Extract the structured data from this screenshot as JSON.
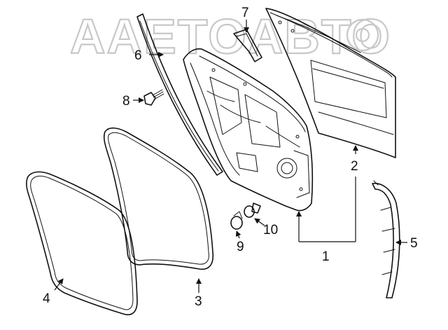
{
  "watermark": {
    "text": "AAETOABTO"
  },
  "callouts": [
    {
      "id": "1",
      "label": "1"
    },
    {
      "id": "2",
      "label": "2"
    },
    {
      "id": "3",
      "label": "3"
    },
    {
      "id": "4",
      "label": "4"
    },
    {
      "id": "5",
      "label": "5"
    },
    {
      "id": "6",
      "label": "6"
    },
    {
      "id": "7",
      "label": "7"
    },
    {
      "id": "8",
      "label": "8"
    },
    {
      "id": "9",
      "label": "9"
    },
    {
      "id": "10",
      "label": "10"
    }
  ]
}
